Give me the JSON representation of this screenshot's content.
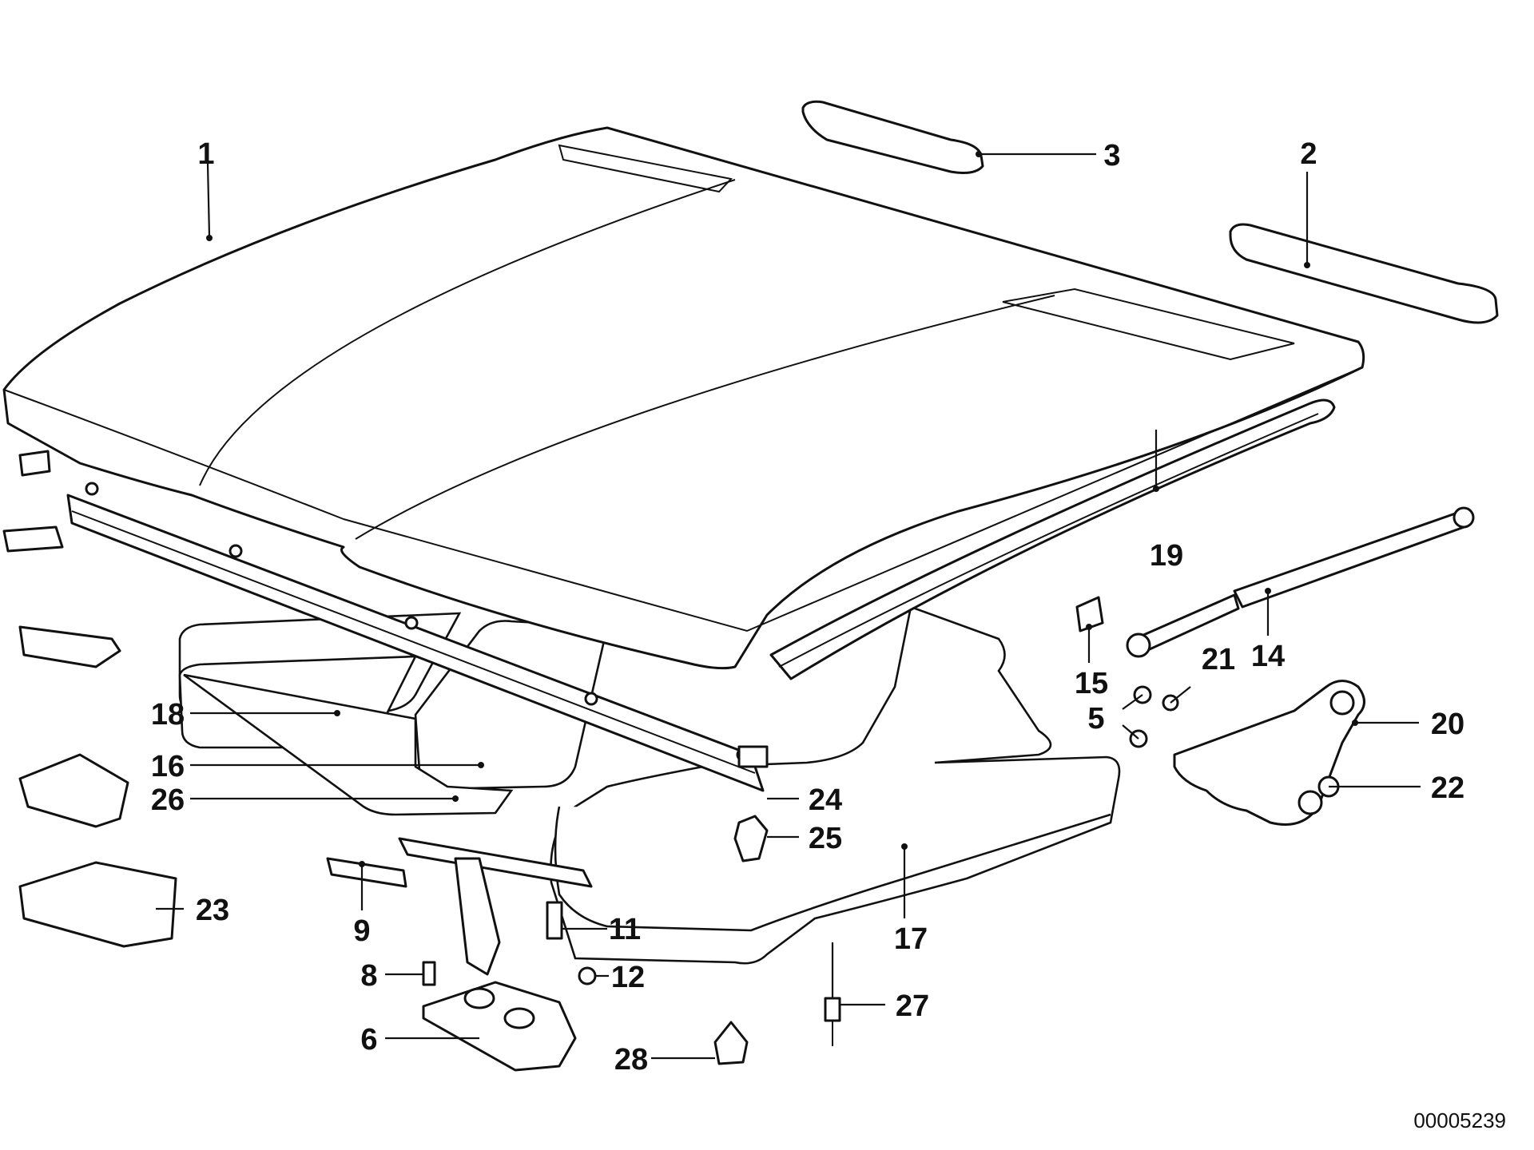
{
  "diagram": {
    "reference_number": "00005239",
    "callouts": [
      {
        "id": "c1",
        "label": "1"
      },
      {
        "id": "c2",
        "label": "2"
      },
      {
        "id": "c3",
        "label": "3"
      },
      {
        "id": "c5",
        "label": "5"
      },
      {
        "id": "c6",
        "label": "6"
      },
      {
        "id": "c8",
        "label": "8"
      },
      {
        "id": "c9",
        "label": "9"
      },
      {
        "id": "c11",
        "label": "11"
      },
      {
        "id": "c12",
        "label": "12"
      },
      {
        "id": "c14",
        "label": "14"
      },
      {
        "id": "c15",
        "label": "15"
      },
      {
        "id": "c16",
        "label": "16"
      },
      {
        "id": "c17",
        "label": "17"
      },
      {
        "id": "c18",
        "label": "18"
      },
      {
        "id": "c19",
        "label": "19"
      },
      {
        "id": "c20",
        "label": "20"
      },
      {
        "id": "c21",
        "label": "21"
      },
      {
        "id": "c22",
        "label": "22"
      },
      {
        "id": "c23",
        "label": "23"
      },
      {
        "id": "c24",
        "label": "24"
      },
      {
        "id": "c25",
        "label": "25"
      },
      {
        "id": "c26",
        "label": "26"
      },
      {
        "id": "c27",
        "label": "27"
      },
      {
        "id": "c28",
        "label": "28"
      }
    ]
  }
}
